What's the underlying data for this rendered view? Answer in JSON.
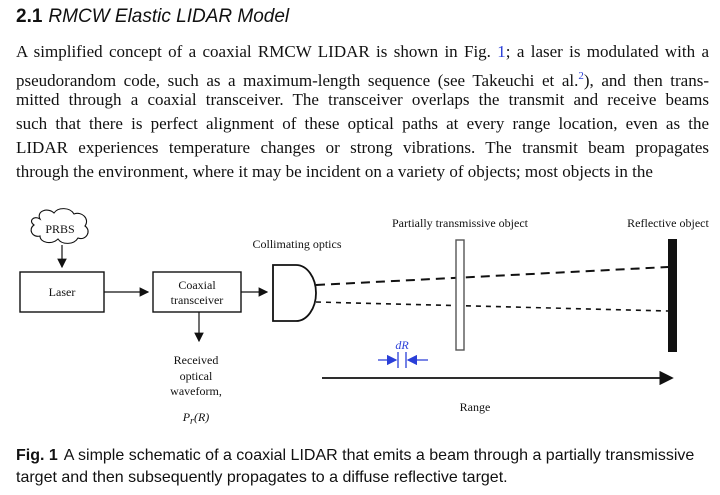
{
  "section": {
    "number": "2.1",
    "title": "RMCW Elastic LIDAR Model"
  },
  "paragraph": {
    "l1_a": "A simplified concept of a coaxial RMCW LIDAR is shown in Fig. ",
    "l1_ref": "1",
    "l1_b": "; a laser is modulated with a",
    "l2_a": "pseudorandom code, such as a maximum-length sequence (see Takeuchi et al.",
    "l2_sup": "2",
    "l2_b": "), and then trans-",
    "l3": "mitted through a coaxial transceiver. The transceiver overlaps the transmit and receive beams",
    "l4": "such that there is perfect alignment of these optical paths at every range location, even as the",
    "l5": "LIDAR experiences temperature changes or strong vibrations. The transmit beam propagates",
    "l6": "through the environment, where it may be incident on a variety of objects; most objects in the"
  },
  "figure": {
    "prbs": "PRBS",
    "laser": "Laser",
    "transceiver_l1": "Coaxial",
    "transceiver_l2": "transceiver",
    "collimating": "Collimating optics",
    "partial_object": "Partially transmissive object",
    "reflective_object": "Reflective object",
    "received_l1": "Received",
    "received_l2": "optical",
    "received_l3": "waveform,",
    "pr_symbol": "P",
    "pr_sub": "r",
    "pr_arg": "(R)",
    "dr_label": "dR",
    "range_label": "Range",
    "accent_color": "#2a3fd8"
  },
  "caption": {
    "label": "Fig. 1",
    "l1": "A simple schematic of a coaxial LIDAR that emits a beam through a partially transmissive",
    "l2": "target and then subsequently propagates to a diffuse reflective target."
  }
}
